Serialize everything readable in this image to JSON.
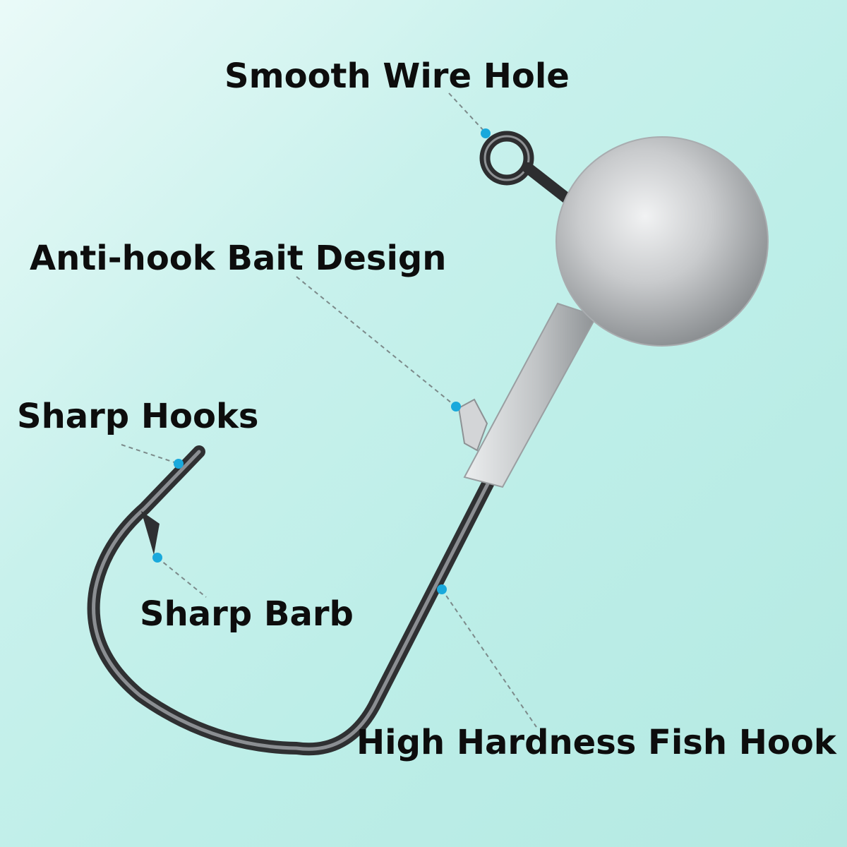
{
  "labels": {
    "wire_hole": "Smooth Wire Hole",
    "anti_hook": "Anti-hook Bait Design",
    "sharp_hooks": "Sharp Hooks",
    "sharp_barb": "Sharp Barb",
    "fish_hook": "High Hardness Fish Hook"
  },
  "colors": {
    "background": "#bdeee8",
    "label_text": "#0d0d0d",
    "callout_dot": "#19a9dc",
    "leader_line": "#7c8a8a",
    "hook_steel": "#3a3a3c",
    "lead_head": "#b9bcbe"
  }
}
